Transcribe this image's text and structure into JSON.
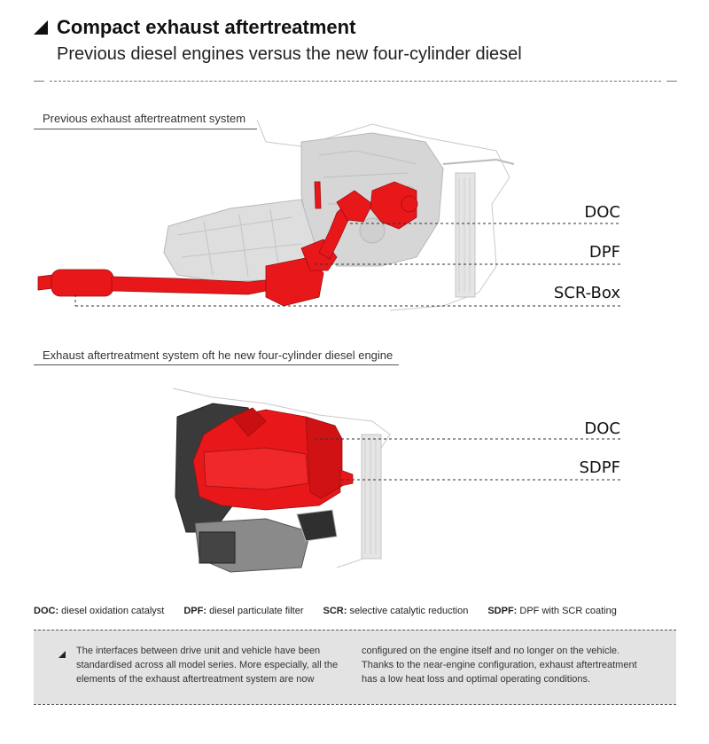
{
  "header": {
    "title": "Compact exhaust aftertreatment",
    "subtitle": "Previous diesel engines versus the new four-cylinder diesel"
  },
  "section1": {
    "label": "Previous exhaust aftertreatment system",
    "callouts": [
      "DOC",
      "DPF",
      "SCR-Box"
    ]
  },
  "section2": {
    "label": "Exhaust aftertreatment system oft he new four-cylinder diesel engine",
    "callouts": [
      "DOC",
      "SDPF"
    ]
  },
  "legend": [
    {
      "abbr": "DOC:",
      "text": "diesel oxidation catalyst"
    },
    {
      "abbr": "DPF:",
      "text": "diesel particulate filter"
    },
    {
      "abbr": "SCR:",
      "text": "selective catalytic reduction"
    },
    {
      "abbr": "SDPF:",
      "text": "DPF with SCR coating"
    }
  ],
  "info": {
    "left": "The interfaces between drive unit and vehicle have been standardised across all model series. More especially, all the elements of the exhaust aftertreatment system are now",
    "right": "configured on the engine itself and no longer on the vehicle. Thanks to the near-engine configuration, exhaust aftertreatment has a low heat loss and optimal operating conditions."
  },
  "colors": {
    "exhaust_red": "#e8171a",
    "engine_gray": "#d8d8d8",
    "info_bg": "#e3e3e3"
  }
}
